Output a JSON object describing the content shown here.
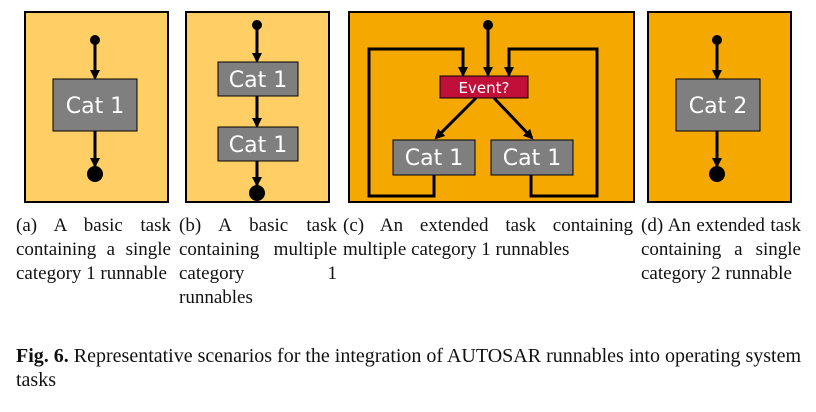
{
  "panels": {
    "a": {
      "box": "Cat 1",
      "caption": "(a) A basic task containing a single category 1 runnable"
    },
    "b": {
      "box_top": "Cat 1",
      "box_bottom": "Cat 1",
      "caption": "(b) A basic task containing multiple category 1 runnables"
    },
    "c": {
      "event": "Event?",
      "box_left": "Cat 1",
      "box_right": "Cat 1",
      "caption": "(c) An extended task containing multiple category 1 runnables"
    },
    "d": {
      "box": "Cat 2",
      "caption": "(d) An extended task containing a single category 2 runnable"
    }
  },
  "figure": {
    "label": "Fig. 6.",
    "text": "Representative scenarios for the integration of AUTOSAR runnables into operating system tasks"
  },
  "colors": {
    "light_bg": "#FFCF66",
    "dark_bg": "#F5A800",
    "box": "#7F7F7F",
    "event": "#C0103A"
  }
}
